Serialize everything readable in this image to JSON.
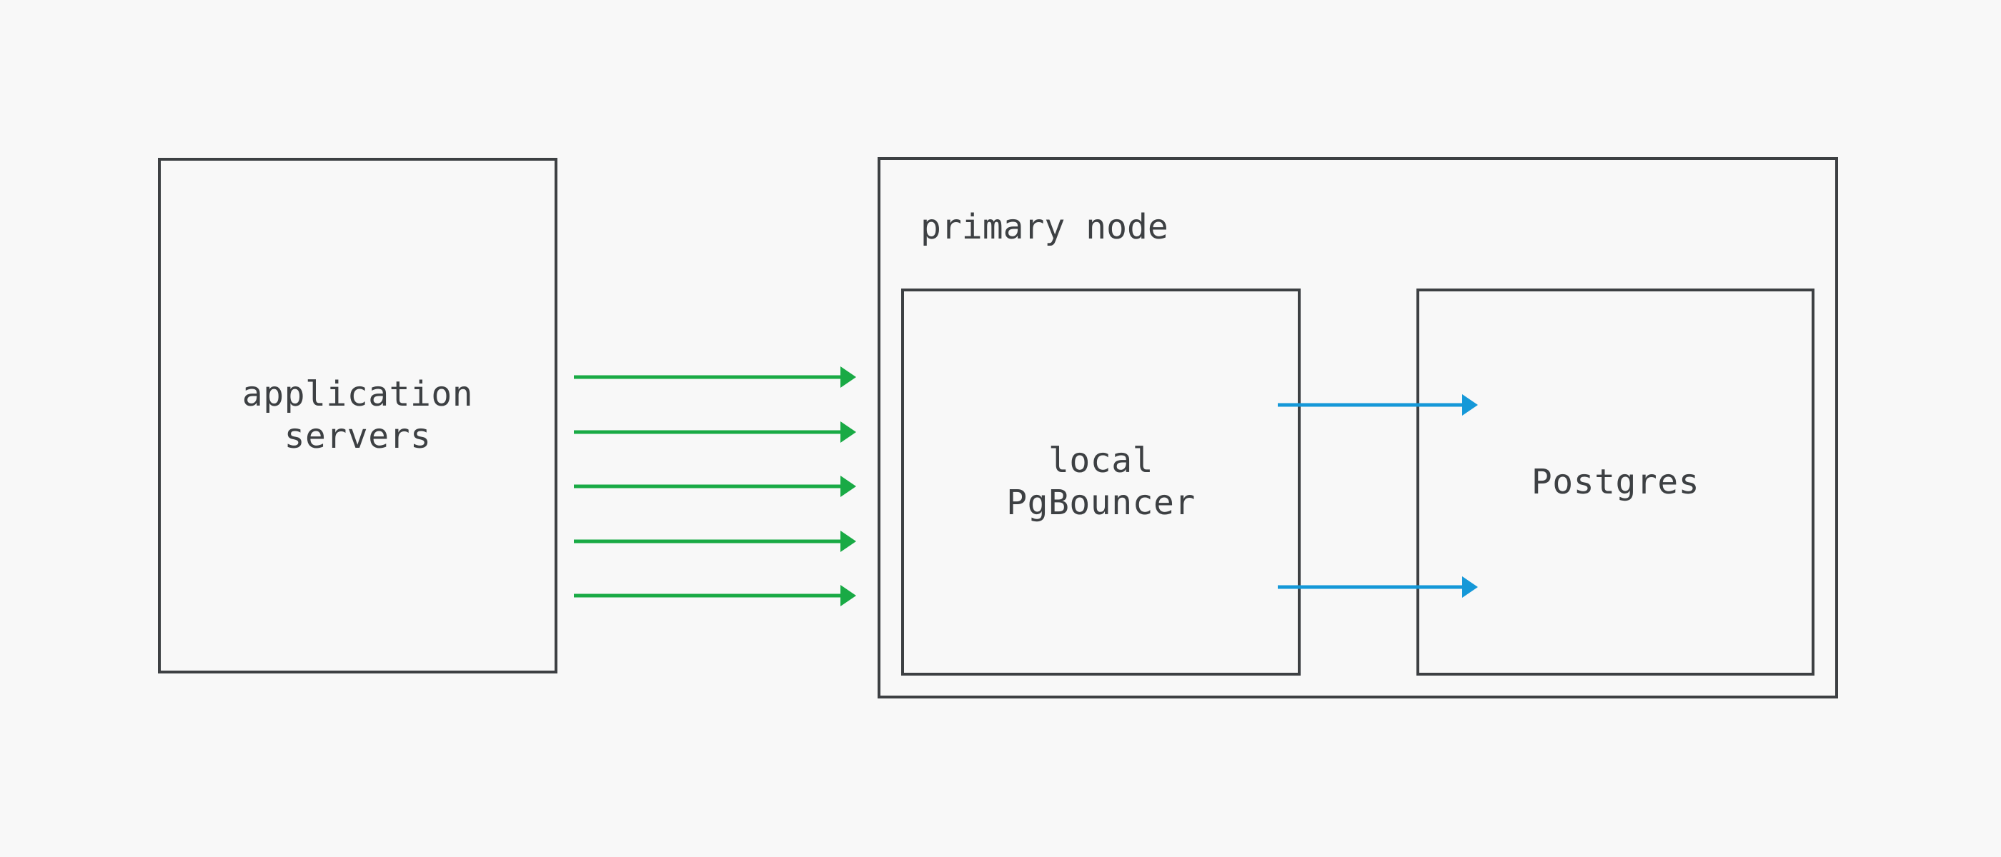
{
  "colors": {
    "background": "#f8f8f8",
    "stroke": "#3d4043",
    "text": "#3d4043",
    "client_arrow_green": "#19aa45",
    "server_arrow_blue": "#1598d8"
  },
  "diagram": {
    "app_servers_box": {
      "label": "application\nservers"
    },
    "primary_node_box": {
      "label": "primary node",
      "pgbouncer_box": {
        "label": "local\nPgBouncer"
      },
      "postgres_box": {
        "label": "Postgres"
      }
    },
    "connections": {
      "client": {
        "count": 5,
        "color": "#19aa45"
      },
      "server": {
        "count": 2,
        "color": "#1598d8"
      }
    }
  }
}
